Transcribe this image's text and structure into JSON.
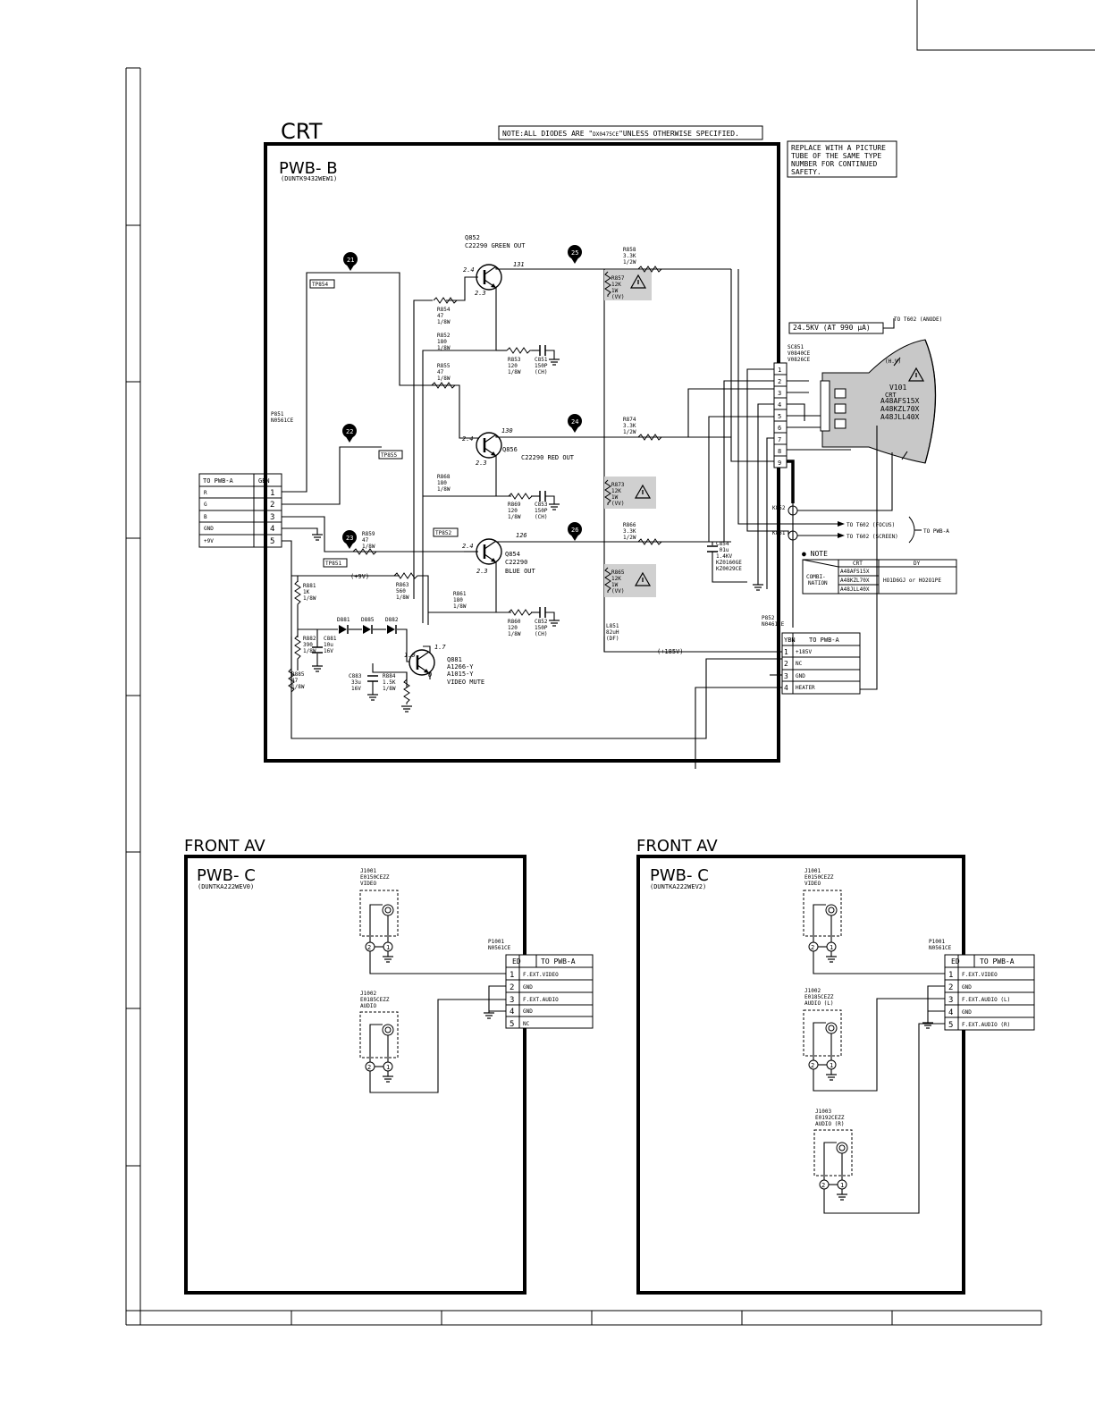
{
  "crt": {
    "section_title": "CRT",
    "board_title": "PWB- B",
    "board_code": "(DUNTK9432WEW1)",
    "note_prefix": "NOTE:ALL DIODES ARE \"",
    "note_part": "DX0475CE",
    "note_suffix": "\"UNLESS OTHERWISE SPECIFIED.",
    "replace_note": [
      "REPLACE WITH A PICTURE",
      "TUBE OF THE SAME TYPE",
      "NUMBER FOR CONTINUED",
      "SAFETY."
    ],
    "hv_label": "24.5KV (AT 990 µA)",
    "to_t602_anode": "TO T602 (ANODE)",
    "hv": "(H.V)",
    "v101": [
      "V101",
      "CRT",
      "A48AFS15X",
      "A48KZL70X",
      "A48JLL40X"
    ],
    "sc851": [
      "SC851",
      "V0840CE",
      "V0826CE"
    ],
    "sc_pins": [
      "1",
      "2",
      "3",
      "4",
      "5",
      "6",
      "7",
      "8",
      "9"
    ],
    "p851": [
      "P851",
      "N0561CE"
    ],
    "gbn_connector": {
      "header": [
        "TO PWB-A",
        "GBN"
      ],
      "rows": [
        {
          "label": "R",
          "pin": "1"
        },
        {
          "label": "G",
          "pin": "2"
        },
        {
          "label": "B",
          "pin": "3"
        },
        {
          "label": "GND",
          "pin": "4"
        },
        {
          "label": "+9V",
          "pin": "5"
        }
      ]
    },
    "test_points": {
      "tp854": "TP854",
      "tp855": "TP855",
      "tp852": "TP852",
      "tp851": "TP851"
    },
    "markers": {
      "m21": "21",
      "m22": "22",
      "m23": "23",
      "m24": "24",
      "m25": "25",
      "m26": "26"
    },
    "q852": [
      "Q852",
      "C22290  GREEN OUT"
    ],
    "q856": [
      "Q856",
      "C22290  RED OUT"
    ],
    "q854": [
      "Q854",
      "C22290",
      "BLUE OUT"
    ],
    "q881": [
      "Q881",
      "A1266-Y",
      "A1015-Y",
      "VIDEO MUTE"
    ],
    "v_24a": "2.4",
    "v_23a": "2.3",
    "v_131": "131",
    "v_24b": "2.4",
    "v_23b": "2.3",
    "v_130": "130",
    "v_24c": "2.4",
    "v_23c": "2.3",
    "v_126": "126",
    "v_10": "1.0",
    "v_17": "1.7",
    "v_0": "0",
    "r858": [
      "R858",
      "3.3K",
      "1/2W"
    ],
    "r857": [
      "R857",
      "12K",
      "1W",
      "(VV)"
    ],
    "r874": [
      "R874",
      "3.3K",
      "1/2W"
    ],
    "r873": [
      "R873",
      "12K",
      "1W",
      "(VV)"
    ],
    "r866": [
      "R866",
      "3.3K",
      "1/2W"
    ],
    "r865": [
      "R865",
      "12K",
      "1W",
      "(VV)"
    ],
    "r854": [
      "R854",
      "47",
      "1/8W"
    ],
    "r852": [
      "R852",
      "180",
      "1/8W"
    ],
    "r855": [
      "R855",
      "47",
      "1/8W"
    ],
    "r853": [
      "R853",
      "120",
      "1/8W"
    ],
    "c851": [
      "C851",
      "150P",
      "(CH)"
    ],
    "r868": [
      "R868",
      "180",
      "1/8W"
    ],
    "r869": [
      "R869",
      "120",
      "1/8W"
    ],
    "c853": [
      "C853",
      "150P",
      "(CH)"
    ],
    "r859": [
      "R859",
      "47",
      "1/8W"
    ],
    "r863": [
      "R863",
      "560",
      "1/8W"
    ],
    "r861": [
      "R861",
      "180",
      "1/8W"
    ],
    "r860": [
      "R860",
      "120",
      "1/8W"
    ],
    "c852": [
      "C852",
      "150P",
      "(CH)"
    ],
    "r881": [
      "R881",
      "1K",
      "1/8W"
    ],
    "r882": [
      "R882",
      "390",
      "1/8W"
    ],
    "c881": [
      "C881",
      "10u",
      "16V"
    ],
    "r885": [
      "R885",
      "47",
      "1/8W"
    ],
    "c883": [
      "C883",
      "33u",
      "16V"
    ],
    "r884": [
      "R884",
      "1.5K",
      "1/8W"
    ],
    "d881": "D881",
    "d885": "D885",
    "d882": "D882",
    "plus9v": "(+9V)",
    "plus185v": "(+185V)",
    "l851": [
      "L851",
      "82uH",
      "(DF)"
    ],
    "c854": [
      "C854",
      ".01u",
      "1.4KV",
      "KZ0160GE",
      "KZ0029CE"
    ],
    "k852": "K852",
    "k851": "K851",
    "to_focus": "TO T602 (FOCUS)",
    "to_screen": "TO T602 (SCREEN)",
    "to_pwb_a": "TO PWB-A",
    "p852": [
      "P852",
      "N0461CE"
    ],
    "ybn_connector": {
      "header": [
        "YBN",
        "TO PWB-A"
      ],
      "rows": [
        {
          "pin": "1",
          "label": "+185V"
        },
        {
          "pin": "2",
          "label": "NC"
        },
        {
          "pin": "3",
          "label": "GND"
        },
        {
          "pin": "4",
          "label": "HEATER"
        }
      ]
    },
    "note_table": {
      "title": "● NOTE",
      "col_crt": "CRT",
      "col_dy": "DY",
      "row_label": [
        "COMBI-",
        "NATION"
      ],
      "crt_values": [
        "A48AFS15X",
        "A48KZL70X",
        "A48JLL40X"
      ],
      "dy_value": "HO1D6GJ or HO2O1PE"
    }
  },
  "front_av_left": {
    "section_title": "FRONT  AV",
    "board_title": "PWB- C",
    "board_code": "(DUNTKA222WEV0)",
    "j1001": [
      "J1001",
      "E0150CEZZ",
      "VIDEO"
    ],
    "j1002": [
      "J1002",
      "E0185CEZZ",
      "AUDIO"
    ],
    "p1001": [
      "P1001",
      "N0561CE"
    ],
    "connector": {
      "header": [
        "ED",
        "TO PWB-A"
      ],
      "rows": [
        {
          "pin": "1",
          "label": "F.EXT.VIDEO"
        },
        {
          "pin": "2",
          "label": "GND"
        },
        {
          "pin": "3",
          "label": "F.EXT.AUDIO"
        },
        {
          "pin": "4",
          "label": "GND"
        },
        {
          "pin": "5",
          "label": "NC"
        }
      ]
    }
  },
  "front_av_right": {
    "section_title": "FRONT  AV",
    "board_title": "PWB- C",
    "board_code": "(DUNTKA222WEV2)",
    "j1001": [
      "J1001",
      "E0150CEZZ",
      "VIDEO"
    ],
    "j1002": [
      "J1002",
      "E0185CEZZ",
      "AUDIO (L)"
    ],
    "j1003": [
      "J1003",
      "E0192CEZZ",
      "AUDIO (R)"
    ],
    "p1001": [
      "P1001",
      "N0561CE"
    ],
    "connector": {
      "header": [
        "ED",
        "TO PWB-A"
      ],
      "rows": [
        {
          "pin": "1",
          "label": "F.EXT.VIDEO"
        },
        {
          "pin": "2",
          "label": "GND"
        },
        {
          "pin": "3",
          "label": "F.EXT.AUDIO (L)"
        },
        {
          "pin": "4",
          "label": "GND"
        },
        {
          "pin": "5",
          "label": "F.EXT.AUDIO (R)"
        }
      ]
    }
  },
  "jack_pins": {
    "p1": "1",
    "p2": "2"
  }
}
